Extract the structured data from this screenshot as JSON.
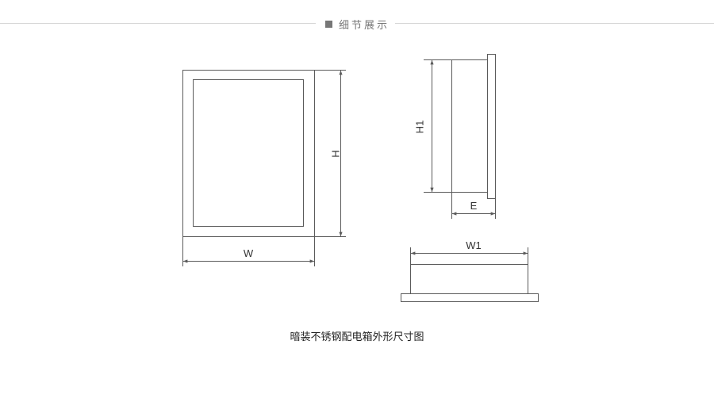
{
  "header": {
    "icon": "square-icon",
    "title": "细节展示"
  },
  "labels": {
    "width": "W",
    "height": "H",
    "side_height": "H1",
    "depth": "E",
    "bottom_width": "W1"
  },
  "caption": "暗装不锈钢配电箱外形尺寸图",
  "colors": {
    "line": "#5a5a5a",
    "header_line": "#d6d6d6",
    "header_text": "#777777",
    "caption_text": "#222222"
  }
}
